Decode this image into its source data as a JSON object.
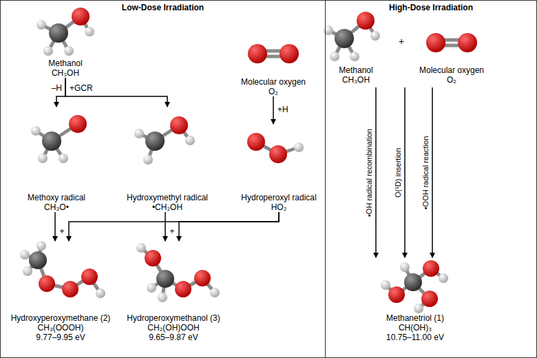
{
  "diagram": {
    "nodes": [
      {
        "text": [
          "Low-Dose Irradiation"
        ]
      },
      {
        "text": [
          "Methanol",
          "CH₃OH"
        ],
        "in": 0
      },
      {
        "text": [
          "Molecular oxygen",
          "O₂"
        ],
        "in": 0
      },
      {
        "text": [
          "Methoxy radical",
          "CH₃O•"
        ],
        "in": 0
      },
      {
        "text": [
          "Hydroxymethyl radical",
          "•CH₂OH"
        ],
        "in": 0
      },
      {
        "text": [
          "Hydroperoxyl radical",
          "HO₂"
        ],
        "in": 0
      },
      {
        "text": [
          "Hydroxyperoxymethane (2)",
          "CH₃(OOOH)",
          "9.77–9.95 eV"
        ],
        "in": 0
      },
      {
        "text": [
          "Hydroperoxymethanol (3)",
          "CH₂(OH)OOH",
          "9.65–9.87 eV"
        ],
        "in": 0
      },
      {
        "text": [
          "High-Dose Irradiation"
        ]
      },
      {
        "text": [
          "Methanol",
          "CH₃OH"
        ],
        "in": 8
      },
      {
        "text": [
          "Molecular oxygen",
          "O₂"
        ],
        "in": 8
      },
      {
        "text": [
          "Methanetriol (1)",
          "CH(OH)₃",
          "10.75–11.00 eV"
        ],
        "in": 8
      }
    ],
    "edges": [
      {
        "from": 1,
        "to": 3,
        "arrow": "to"
      },
      {
        "from": 1,
        "to": 4,
        "arrow": "to"
      },
      {
        "from": 2,
        "to": 5,
        "label": "+H",
        "arrow": "to"
      },
      {
        "from": 3,
        "to": 6,
        "arrow": "to"
      },
      {
        "from": 5,
        "to": 6,
        "arrow": "to"
      },
      {
        "from": 4,
        "to": 7,
        "arrow": "to"
      },
      {
        "from": 5,
        "to": 7,
        "arrow": "to"
      },
      {
        "from": 9,
        "to": 11,
        "label": "•OH radical recombination",
        "arrow": "to"
      },
      {
        "from": 10,
        "to": 11,
        "label": "O(¹D) insertion",
        "arrow": "to"
      },
      {
        "from": 10,
        "to": 11,
        "label": "•OOH radical reaction",
        "arrow": "to"
      }
    ],
    "labels": [
      "–H",
      "+GCR",
      "+",
      "+",
      "+"
    ]
  }
}
